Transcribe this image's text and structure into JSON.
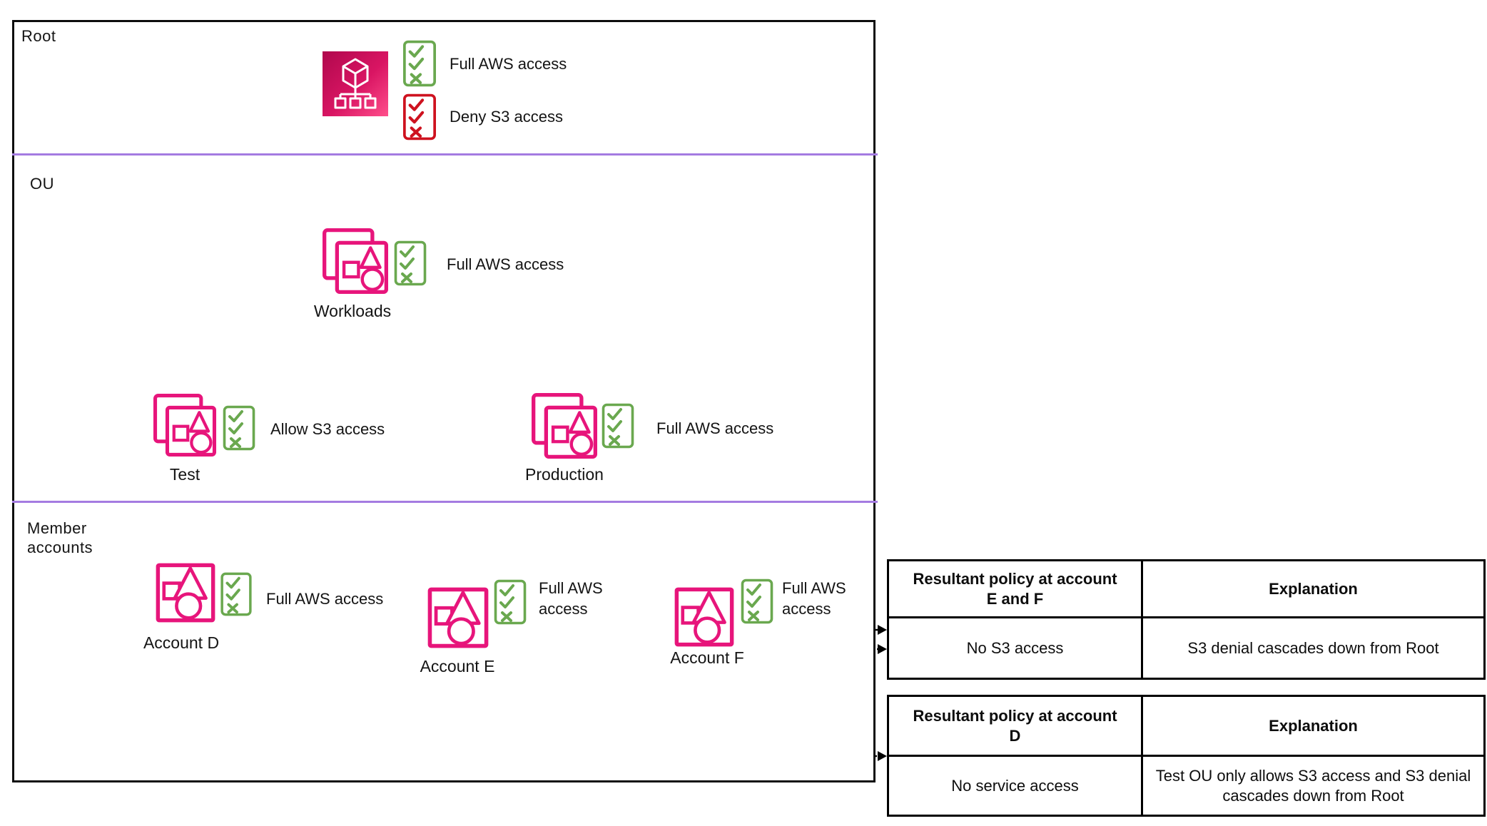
{
  "sections": {
    "root": "Root",
    "ou": "OU",
    "member": "Member accounts"
  },
  "root": {
    "policies": [
      {
        "label": "Full AWS access",
        "type": "allow"
      },
      {
        "label": "Deny S3 access",
        "type": "deny"
      }
    ]
  },
  "workloads": {
    "name": "Workloads",
    "policy": "Full AWS access"
  },
  "test": {
    "name": "Test",
    "policy": "Allow S3 access"
  },
  "production": {
    "name": "Production",
    "policy": "Full AWS access"
  },
  "account_d": {
    "name": "Account D",
    "policy": "Full AWS access"
  },
  "account_e": {
    "name": "Account E",
    "policy": "Full AWS access"
  },
  "account_f": {
    "name": "Account F",
    "policy": "Full AWS access"
  },
  "tables": {
    "ef": {
      "col1_header_line1": "Resultant policy at account",
      "col1_header_line2": "E and F",
      "col2_header": "Explanation",
      "col1_value": "No S3 access",
      "col2_value": "S3 denial cascades down from Root"
    },
    "d": {
      "col1_header_line1": "Resultant policy at account",
      "col1_header_line2": "D",
      "col2_header": "Explanation",
      "col1_value": "No service access",
      "col2_value": "Test OU only allows S3 access and S3 denial cascades down from Root"
    }
  },
  "colors": {
    "pink": "#e7157b",
    "org_gradient_start": "#b0084d",
    "org_gradient_end": "#ff4f8b",
    "allow_green": "#6aa84f",
    "deny_red": "#ce121f",
    "connector_blue": "#2e5b9e",
    "section_divider_purple": "#a47be1"
  }
}
